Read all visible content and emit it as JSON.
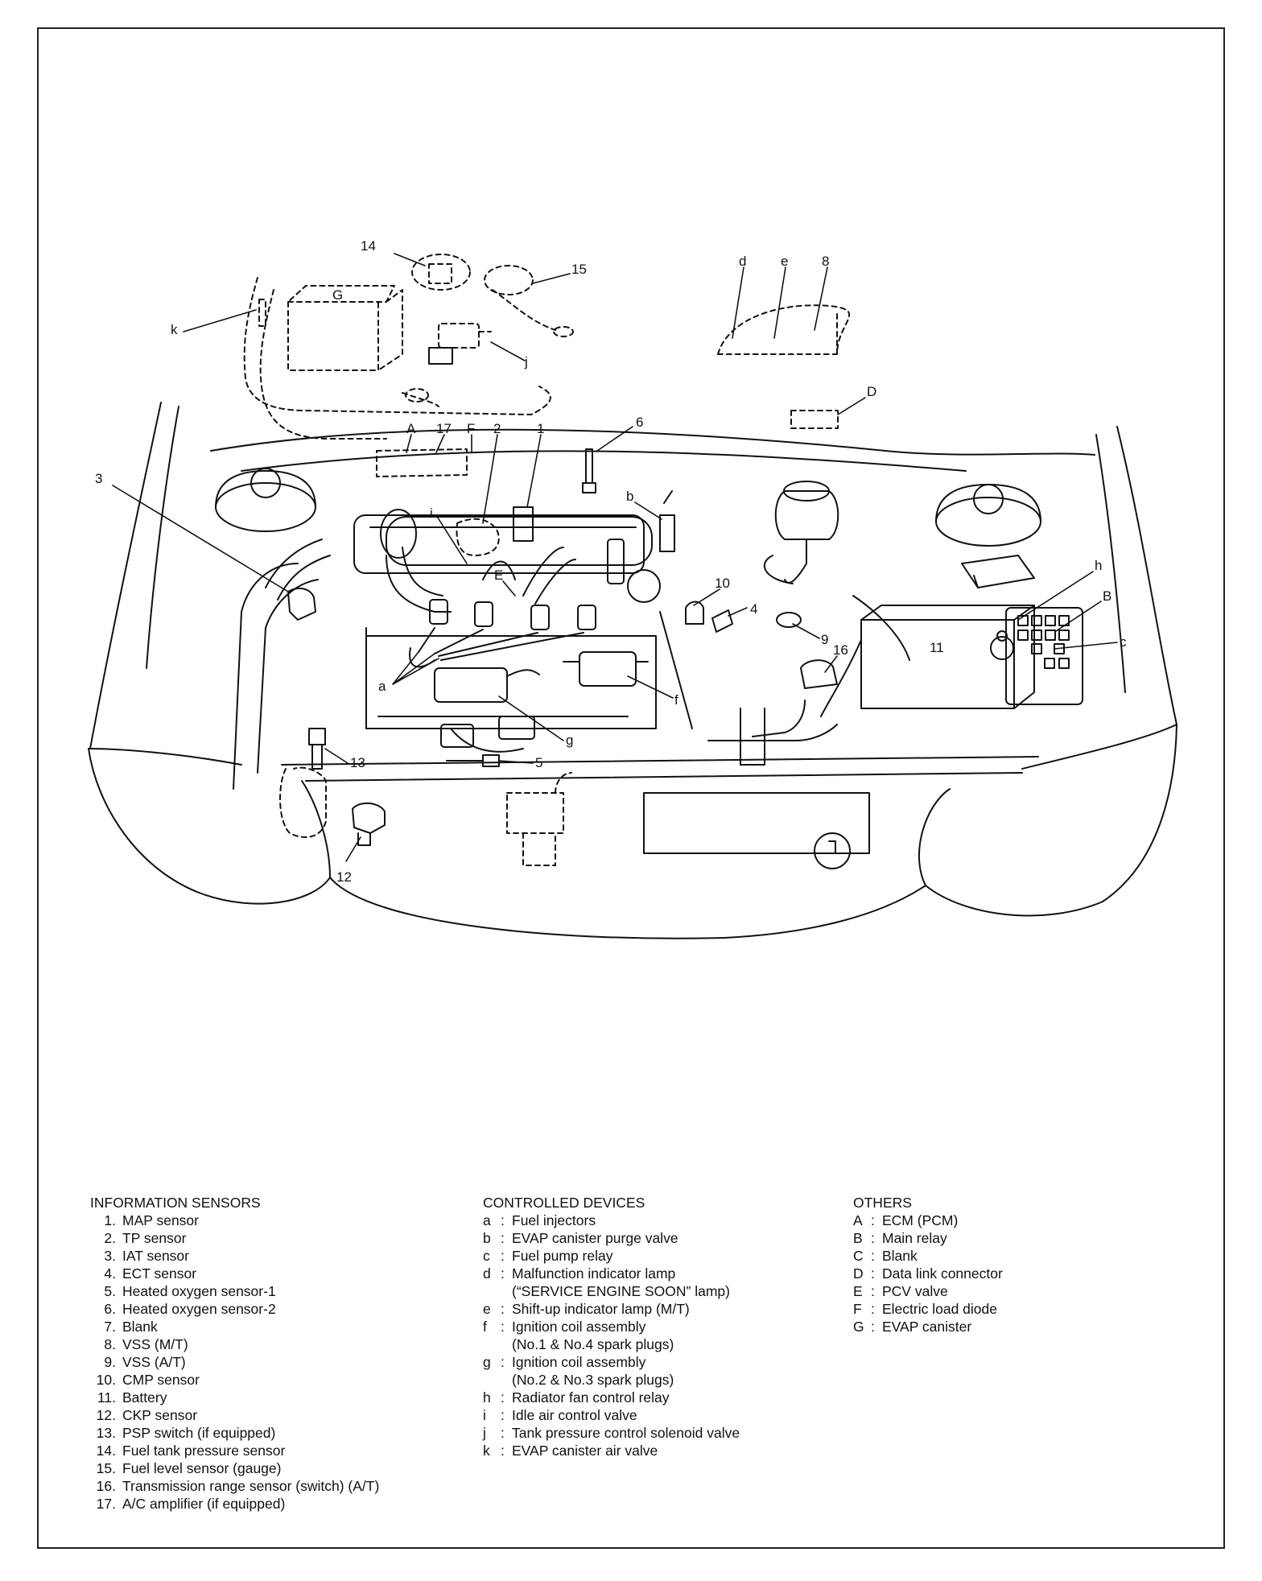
{
  "diagram": {
    "callouts": {
      "n1": "1",
      "n2": "2",
      "n3": "3",
      "n4": "4",
      "n5": "5",
      "n6": "6",
      "n8": "8",
      "n9": "9",
      "n10": "10",
      "n11": "11",
      "n12": "12",
      "n13": "13",
      "n14": "14",
      "n15": "15",
      "n16": "16",
      "n17": "17",
      "la": "a",
      "lb": "b",
      "lc": "c",
      "ld": "d",
      "le": "e",
      "lf": "f",
      "lg": "g",
      "lh": "h",
      "li": "i",
      "lj": "j",
      "lk": "k",
      "A": "A",
      "B": "B",
      "D": "D",
      "E": "E",
      "F": "F",
      "G": "G"
    }
  },
  "legend": {
    "information_sensors": {
      "title": "INFORMATION SENSORS",
      "items": [
        {
          "key": "1.",
          "text": "MAP sensor"
        },
        {
          "key": "2.",
          "text": "TP sensor"
        },
        {
          "key": "3.",
          "text": "IAT sensor"
        },
        {
          "key": "4.",
          "text": "ECT sensor"
        },
        {
          "key": "5.",
          "text": "Heated oxygen sensor-1"
        },
        {
          "key": "6.",
          "text": "Heated oxygen sensor-2"
        },
        {
          "key": "7.",
          "text": "Blank"
        },
        {
          "key": "8.",
          "text": "VSS (M/T)"
        },
        {
          "key": "9.",
          "text": "VSS (A/T)"
        },
        {
          "key": "10.",
          "text": "CMP sensor"
        },
        {
          "key": "11.",
          "text": "Battery"
        },
        {
          "key": "12.",
          "text": "CKP sensor"
        },
        {
          "key": "13.",
          "text": "PSP switch (if equipped)"
        },
        {
          "key": "14.",
          "text": "Fuel tank pressure sensor"
        },
        {
          "key": "15.",
          "text": "Fuel level sensor (gauge)"
        },
        {
          "key": "16.",
          "text": "Transmission range sensor (switch) (A/T)"
        },
        {
          "key": "17.",
          "text": "A/C amplifier (if equipped)"
        }
      ]
    },
    "controlled_devices": {
      "title": "CONTROLLED DEVICES",
      "items": [
        {
          "key": "a",
          "text": "Fuel injectors"
        },
        {
          "key": "b",
          "text": "EVAP canister purge valve"
        },
        {
          "key": "c",
          "text": "Fuel pump relay"
        },
        {
          "key": "d",
          "text": "Malfunction indicator lamp",
          "cont": "(“SERVICE ENGINE SOON” lamp)"
        },
        {
          "key": "e",
          "text": "Shift-up indicator lamp (M/T)"
        },
        {
          "key": "f",
          "text": "Ignition coil assembly",
          "cont": "(No.1 & No.4 spark plugs)"
        },
        {
          "key": "g",
          "text": "Ignition coil assembly",
          "cont": "(No.2 & No.3 spark plugs)"
        },
        {
          "key": "h",
          "text": "Radiator fan control relay"
        },
        {
          "key": "i",
          "text": "Idle air control valve"
        },
        {
          "key": "j",
          "text": "Tank pressure control solenoid valve"
        },
        {
          "key": "k",
          "text": "EVAP canister air valve"
        }
      ]
    },
    "others": {
      "title": "OTHERS",
      "items": [
        {
          "key": "A",
          "text": "ECM (PCM)"
        },
        {
          "key": "B",
          "text": "Main relay"
        },
        {
          "key": "C",
          "text": "Blank"
        },
        {
          "key": "D",
          "text": "Data link connector"
        },
        {
          "key": "E",
          "text": "PCV valve"
        },
        {
          "key": "F",
          "text": "Electric load diode"
        },
        {
          "key": "G",
          "text": "EVAP canister"
        }
      ]
    }
  }
}
